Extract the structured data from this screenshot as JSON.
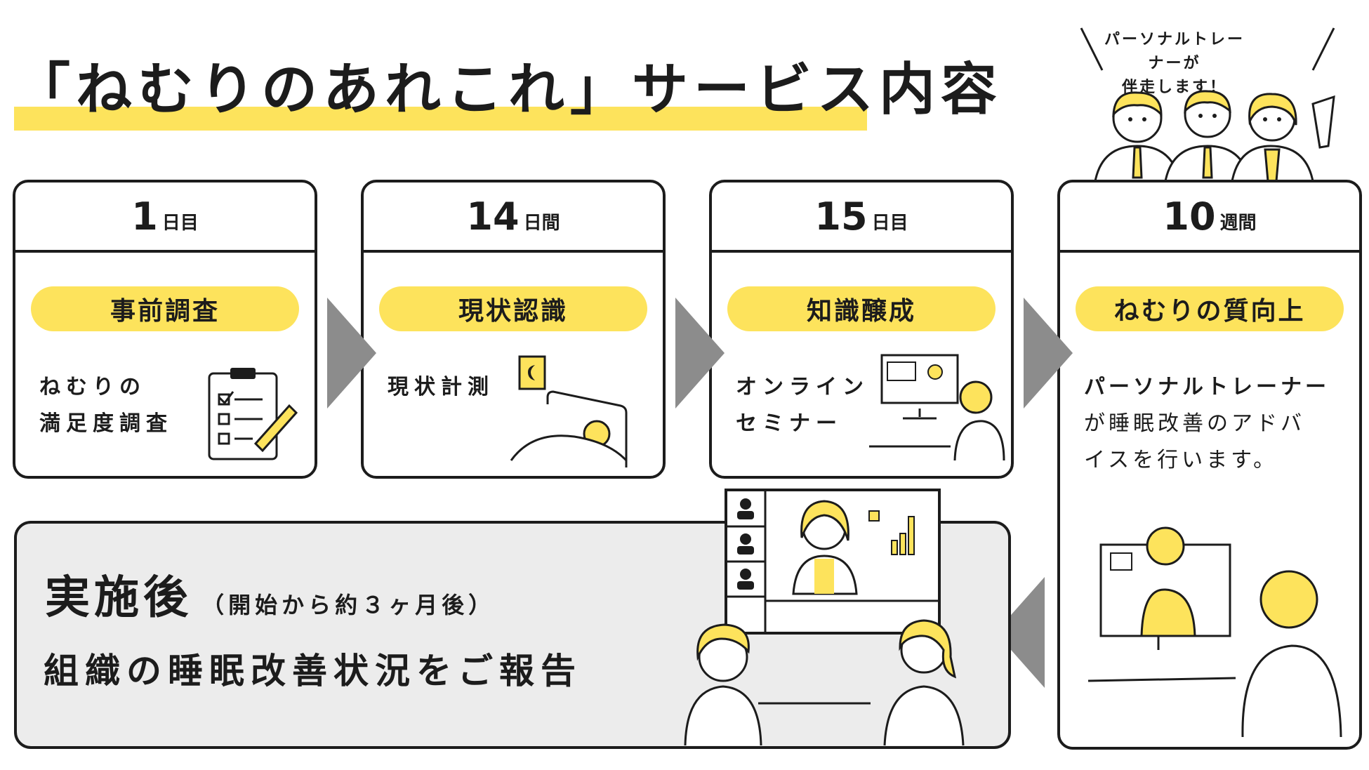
{
  "title": "「ねむりのあれこれ」サービス内容",
  "trainer_bubble": {
    "line1": "パーソナルトレーナーが",
    "line2": "伴走します！"
  },
  "steps": [
    {
      "num": "1",
      "unit": "日目",
      "pill": "事前調査",
      "desc1": "ねむりの",
      "desc2": "満足度調査"
    },
    {
      "num": "14",
      "unit": "日間",
      "pill": "現状認識",
      "desc1": "現状計測",
      "desc2": ""
    },
    {
      "num": "15",
      "unit": "日目",
      "pill": "知識醸成",
      "desc1": "オンライン",
      "desc2": "セミナー"
    },
    {
      "num": "10",
      "unit": "週間",
      "pill": "ねむりの質向上",
      "desc1": "パーソナルトレーナー",
      "desc2": "が睡眠改善のアドバ",
      "desc3": "イスを行います。"
    }
  ],
  "result": {
    "heading": "実施後",
    "note": "（開始から約３ヶ月後）",
    "body": "組織の睡眠改善状況をご報告"
  },
  "colors": {
    "accent": "#fde35c",
    "ink": "#1c1c1c",
    "arrow": "#8c8c8c",
    "result_bg": "#ececec"
  }
}
